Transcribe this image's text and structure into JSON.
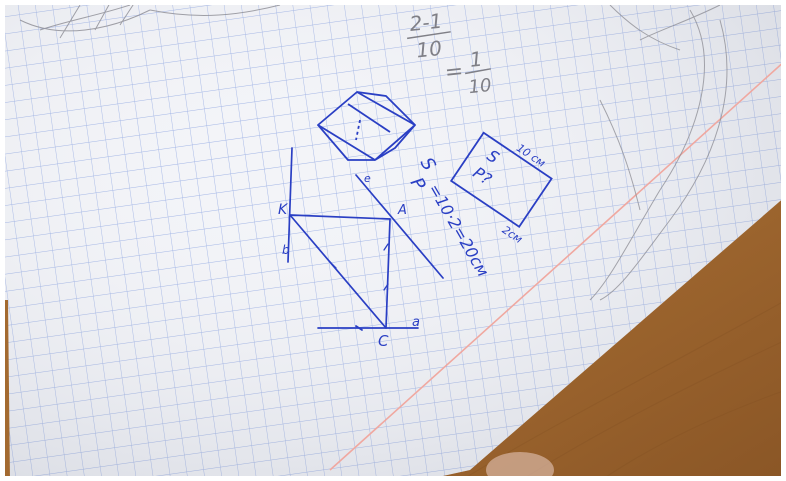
{
  "photo": {
    "subject": "notebook-sketch",
    "paper_color": "#f3f4f8",
    "grid_color": "#9fb3e6",
    "margin_line_color": "#f0a8a0",
    "ink_color": "#2a3fc4",
    "pencil_color": "#7f7f86",
    "table_color": "#b07a3c"
  },
  "pencil_notes": {
    "fraction_top": "2-1",
    "fraction_bottom": "10",
    "equals": "=",
    "result_num": "1",
    "result_den": "10"
  },
  "ink_notes": {
    "area_symbol": "S",
    "area_query": "P",
    "area_formula": "=10·2=20см",
    "rect_s": "S",
    "rect_p": "P?",
    "rect_top_dim": "10 см",
    "rect_side_dim": "2см",
    "label_k": "K",
    "label_a": "A",
    "label_b": "b",
    "label_c": "C",
    "label_a_lower": "a",
    "label_e": "e"
  }
}
